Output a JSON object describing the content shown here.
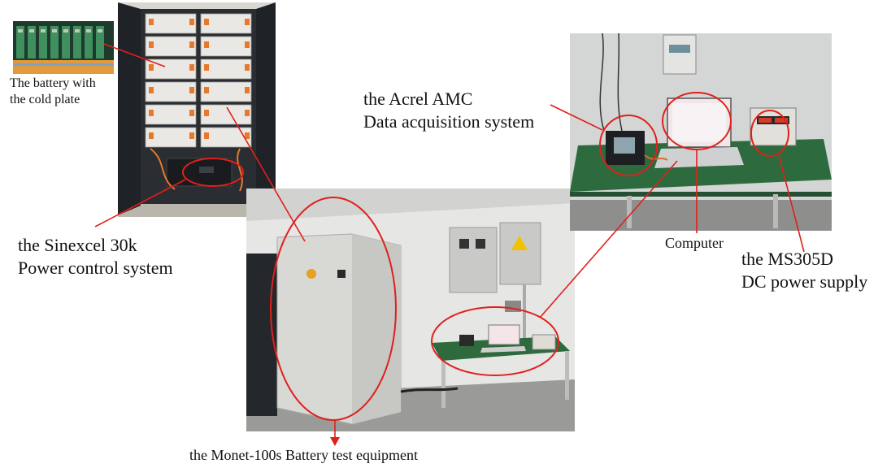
{
  "labels": {
    "battery_cold_plate": [
      "The battery with",
      "the cold plate"
    ],
    "sinexcel": [
      "the Sinexcel 30k",
      "Power control system"
    ],
    "acrel": [
      "the Acrel AMC",
      "Data acquisition system"
    ],
    "computer": "Computer",
    "ms305d": [
      "the MS305D",
      "DC power supply"
    ],
    "monet": "the Monet-100s Battery test equipment"
  },
  "colors": {
    "annotation": "#e0201b",
    "background": "#ffffff"
  },
  "photos": {
    "battery_cabinet": "battery-cabinet-photo",
    "lab_room": "lab-room-photo",
    "test_bench": "test-bench-photo"
  }
}
